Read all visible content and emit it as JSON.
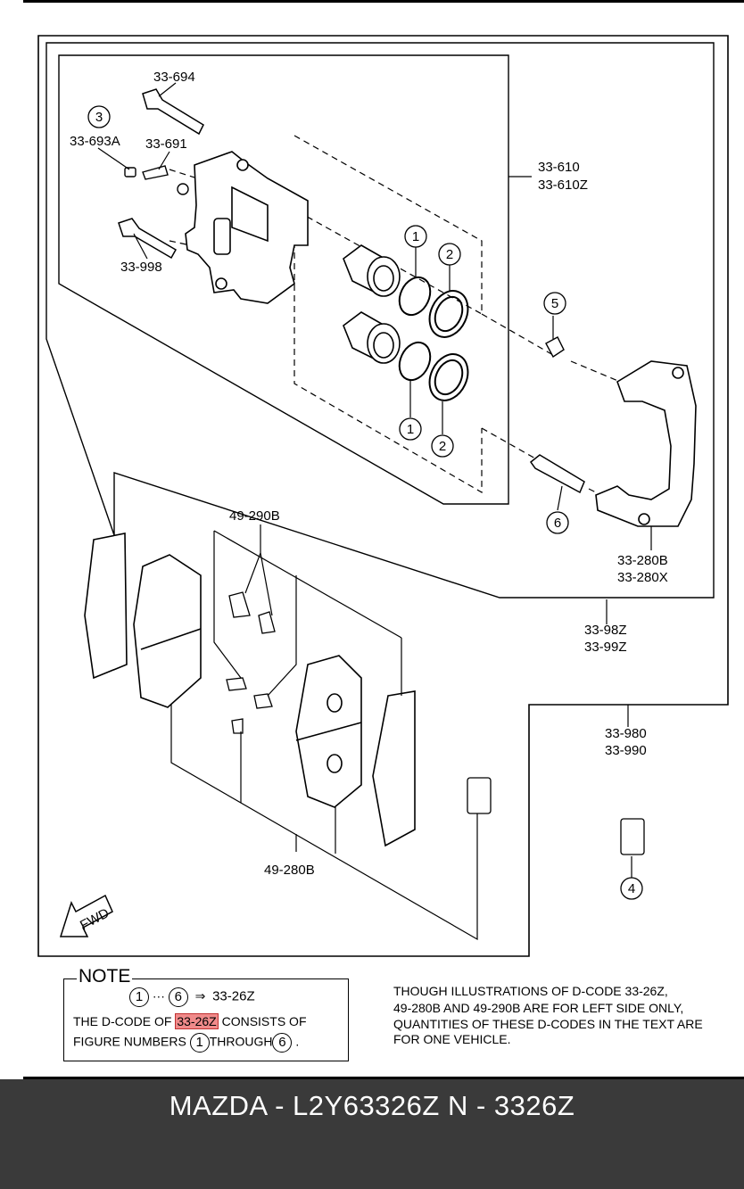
{
  "labels": {
    "l_33_694": "33-694",
    "l_33_693a": "33-693A",
    "l_33_691": "33-691",
    "l_33_998": "33-998",
    "l_33_610": "33-610",
    "l_33_610z": "33-610Z",
    "l_33_280b": "33-280B",
    "l_33_280x": "33-280X",
    "l_33_98z": "33-98Z",
    "l_33_99z": "33-99Z",
    "l_33_980": "33-980",
    "l_33_990": "33-990",
    "l_49_290b": "49-290B",
    "l_49_280b": "49-280B",
    "fwd": "FWD"
  },
  "callouts": {
    "c3": "3",
    "c1a": "1",
    "c2a": "2",
    "c1b": "1",
    "c2b": "2",
    "c5": "5",
    "c6": "6",
    "c4": "4"
  },
  "note": {
    "title": "NOTE",
    "line1_from": "1",
    "line1_dots": "···",
    "line1_to": "6",
    "line1_arrow": "⇒",
    "line1_code": "33-26Z",
    "line2_prefix": "THE D-CODE OF",
    "line2_code": "33-26Z",
    "line2_suffix": "CONSISTS OF",
    "line3_prefix": "FIGURE NUMBERS",
    "line3_from": "1",
    "line3_mid": "THROUGH",
    "line3_to": "6",
    "line3_end": "."
  },
  "side_note": {
    "line1": "THOUGH ILLUSTRATIONS OF D-CODE 33-26Z,",
    "line2": "49-280B AND 49-290B ARE FOR LEFT SIDE ONLY,",
    "line3": "QUANTITIES OF THESE D-CODES IN THE TEXT ARE",
    "line4": "FOR ONE VEHICLE."
  },
  "footer": {
    "text": "MAZDA - L2Y63326Z    N - 3326Z"
  },
  "colors": {
    "highlight": "#f08a8a",
    "footer_bg": "#3a3a3a",
    "footer_text": "#ffffff"
  }
}
